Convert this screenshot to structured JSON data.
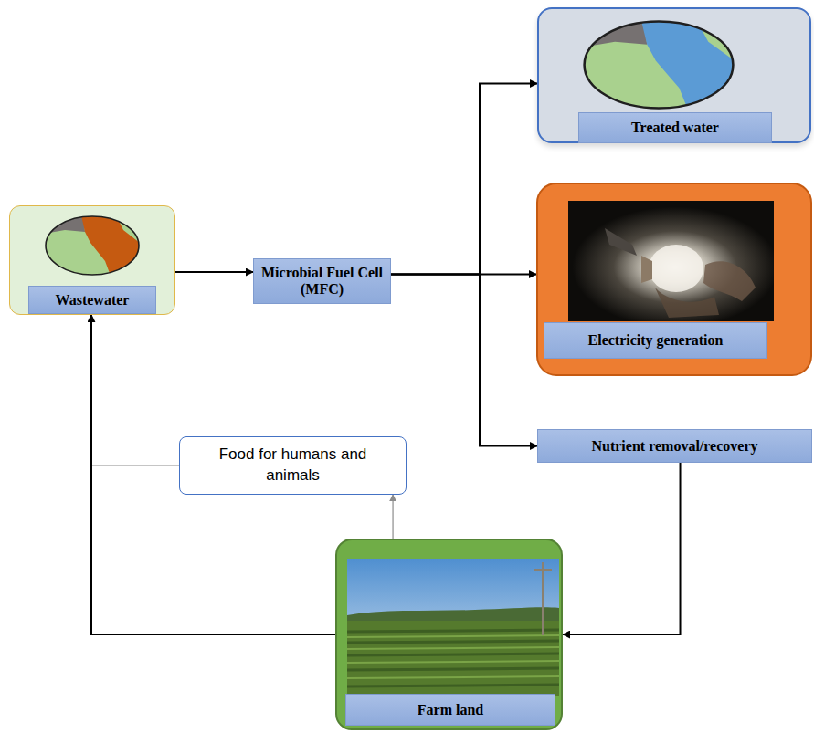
{
  "diagram": {
    "nodes": [
      {
        "text": [
          "Wastewater"
        ]
      },
      {
        "text": [
          "Microbial Fuel Cell (MFC)"
        ]
      },
      {
        "text": [
          "Treated water"
        ]
      },
      {
        "text": [
          "Electricity generation"
        ]
      },
      {
        "text": [
          "Nutrient removal/recovery"
        ]
      },
      {
        "text": [
          "Food for humans and animals"
        ]
      },
      {
        "text": [
          "Farm land"
        ]
      }
    ],
    "edges": [
      {
        "from": 0,
        "to": 1,
        "arrow": "to"
      },
      {
        "from": 1,
        "to": 2,
        "arrow": "to"
      },
      {
        "from": 1,
        "to": 3,
        "arrow": "to"
      },
      {
        "from": 1,
        "to": 4,
        "arrow": "to"
      },
      {
        "from": 4,
        "to": 6,
        "arrow": "to"
      },
      {
        "from": 6,
        "to": 5,
        "arrow": "to"
      },
      {
        "from": 5,
        "to": 0,
        "arrow": "to"
      },
      {
        "from": 6,
        "to": 0,
        "arrow": "to"
      }
    ]
  }
}
